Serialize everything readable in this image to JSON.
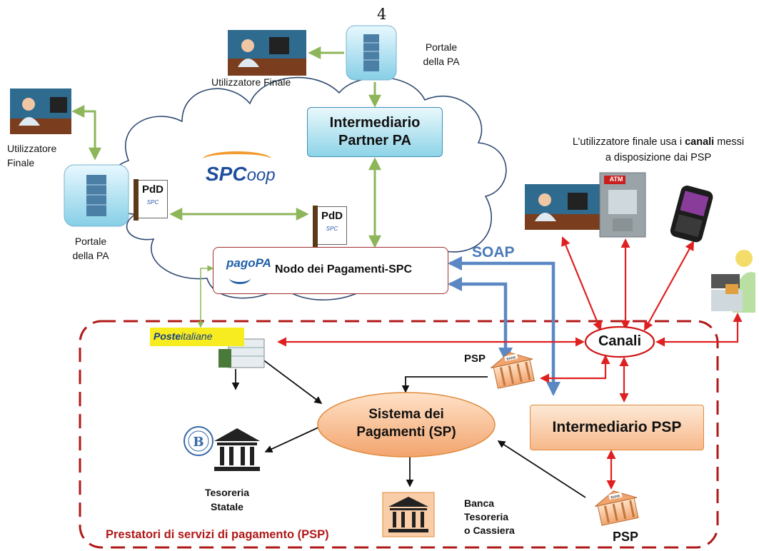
{
  "page_number": "4",
  "colors": {
    "green_arrow": "#8db65a",
    "blue_arrow": "#5b88c3",
    "red_arrow": "#e02020",
    "black_arrow": "#111111",
    "psp_border": "#b01818",
    "blue_box": "#8ed4e8",
    "orange_box": "#f7b88a"
  },
  "portale_top": {
    "line1": "Portale",
    "line2": "della PA",
    "icon": "server-icon"
  },
  "utilizzatore_top": {
    "label": "Utilizzatore Finale",
    "icon": "person-at-computer-icon"
  },
  "utilizzatore_left": {
    "line1": "Utilizzatore",
    "line2": "Finale",
    "icon": "person-at-computer-icon"
  },
  "portale_left": {
    "line1": "Portale",
    "line2": "della PA",
    "icon": "server-icon"
  },
  "intermediario_pa": {
    "line1": "Intermediario",
    "line2": "Partner PA"
  },
  "spcoop": {
    "text_a": "SPC",
    "text_b": "oop"
  },
  "pdd_left": {
    "title": "PdD",
    "sub": "SPC"
  },
  "pdd_right": {
    "title": "PdD",
    "sub": "SPC"
  },
  "nodo": {
    "label": "Nodo dei Pagamenti-SPC",
    "logo": "pagoPA"
  },
  "soap_label": "SOAP",
  "canali_note": {
    "line1_pre": "L’utilizzatore finale usa i ",
    "line1_bold": "canali",
    "line1_post": " messi",
    "line2": "a disposizione dai PSP"
  },
  "channel_icons": {
    "atm_text": "ATM"
  },
  "canali_label": "Canali",
  "poste": {
    "bold": "Poste",
    "normal": "italiane"
  },
  "psp_top_label": "PSP",
  "psp_bottom_label": "PSP",
  "bank_sign": "BANK",
  "sistema": {
    "line1": "Sistema dei",
    "line2": "Pagamenti (SP)"
  },
  "intermediario_psp": "Intermediario PSP",
  "tesoreria": {
    "line1": "Tesoreria",
    "line2": "Statale"
  },
  "banca": {
    "line1": "Banca",
    "line2": "Tesoreria",
    "line3": "o Cassiera"
  },
  "psp_region_title": "Prestatori di servizi di pagamento (PSP)"
}
